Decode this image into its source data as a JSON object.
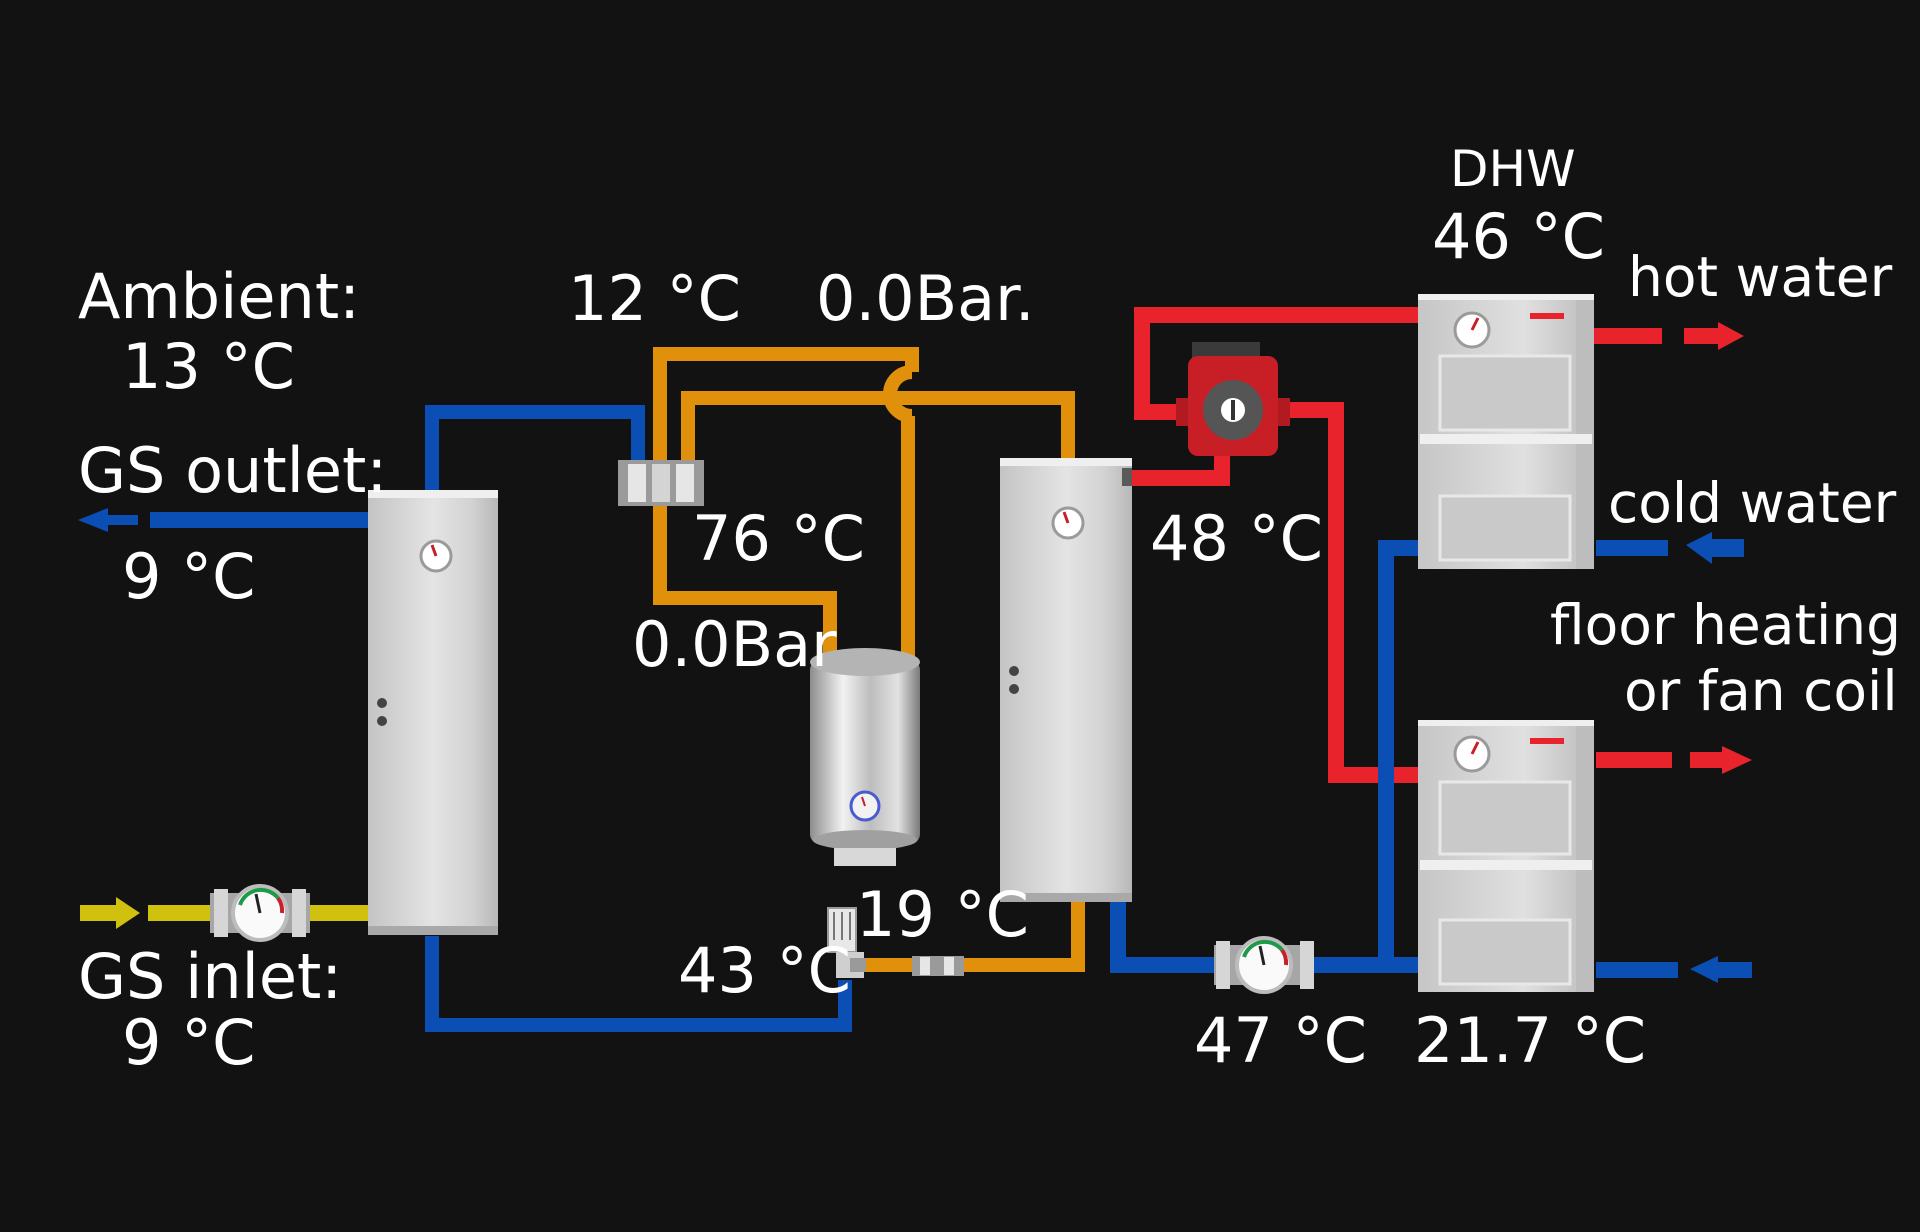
{
  "colors": {
    "background": "#121212",
    "hot_pipe": "#e8232b",
    "cold_pipe": "#0b4fb5",
    "refrigerant_pipe": "#e0900a",
    "ground_source_pipe": "#cfc10d",
    "equipment_body": "#d6d6d6"
  },
  "labels": {
    "ambient_label": "Ambient:",
    "ambient_value": "13 °C",
    "gs_outlet_label": "GS outlet:",
    "gs_outlet_value": "9 °C",
    "gs_inlet_label": "GS inlet:",
    "gs_inlet_value": "9 °C",
    "suction_temp": "12 °C",
    "high_pressure": "0.0Bar.",
    "discharge_temp": "76 °C",
    "low_pressure": "0.0Bar",
    "liquid_temp": "19 °C",
    "evaporator_inlet_temp": "43 °C",
    "supply_temp": "48 °C",
    "return_temp": "47 °C",
    "dhw_title": "DHW",
    "dhw_temp": "46 °C",
    "hot_water": "hot water",
    "cold_water": "cold water",
    "floor_heating_line1": "floor heating",
    "floor_heating_line2": "or fan coil",
    "buffer_temp": "21.7 °C"
  },
  "icons": [
    "gauge-icon",
    "circulation-pump-icon",
    "compressor-icon",
    "expansion-valve-icon",
    "arrow-left-icon",
    "arrow-right-icon"
  ]
}
